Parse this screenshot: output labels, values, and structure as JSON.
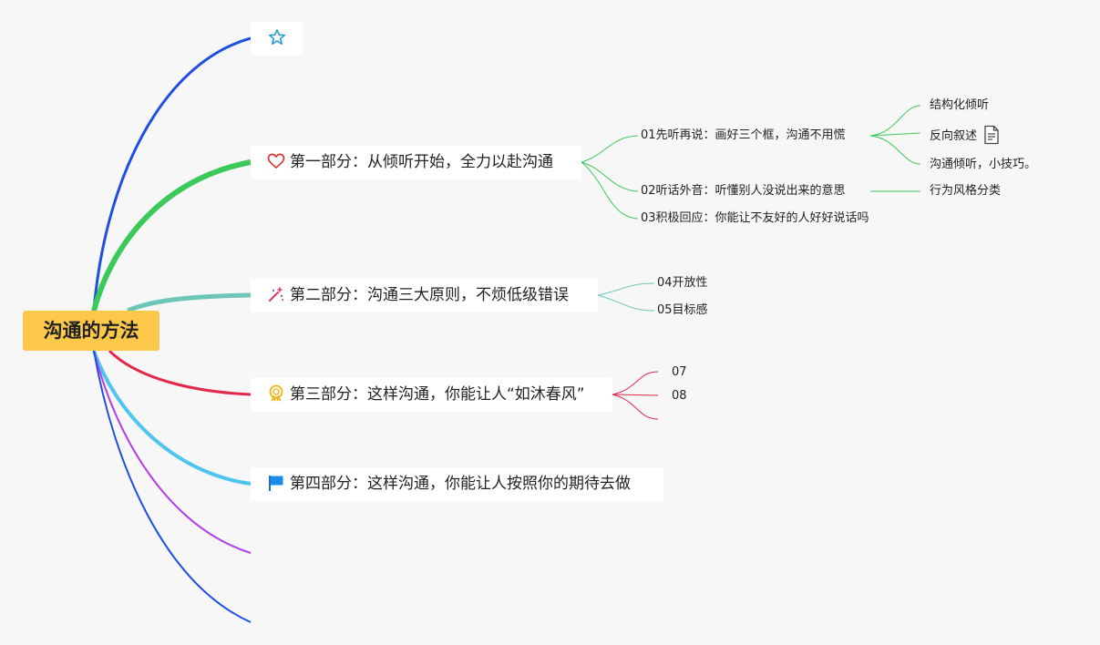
{
  "root": {
    "label": "沟通的方法",
    "color": "#fcc84a"
  },
  "topics": [
    {
      "id": "star",
      "label": "",
      "icon": "star-icon",
      "branch_color": "#1e4fe0"
    },
    {
      "id": "part1",
      "label": "第一部分：从倾听开始，全力以赴沟通",
      "icon": "heart-icon",
      "branch_color": "#3bc95a",
      "children": [
        {
          "label": "01先听再说：画好三个框，沟通不用慌",
          "children": [
            {
              "label": "结构化倾听"
            },
            {
              "label": "反向叙述",
              "icon": "document-icon"
            },
            {
              "label": "沟通倾听，小技巧。"
            }
          ]
        },
        {
          "label": "02听话外音：听懂别人没说出来的意思",
          "children": [
            {
              "label": "行为风格分类"
            }
          ]
        },
        {
          "label": "03积极回应：你能让不友好的人好好说话吗"
        }
      ]
    },
    {
      "id": "part2",
      "label": "第二部分：沟通三大原则，不烦低级错误",
      "icon": "sparkle-icon",
      "branch_color": "#6cc6b8",
      "children": [
        {
          "label": "04开放性"
        },
        {
          "label": "05目标感"
        }
      ]
    },
    {
      "id": "part3",
      "label": "第三部分：这样沟通，你能让人“如沐春风”",
      "icon": "award-icon",
      "branch_color": "#e3284c",
      "children": [
        {
          "label": "07"
        },
        {
          "label": "08"
        },
        {
          "label": ""
        }
      ]
    },
    {
      "id": "part4",
      "label": "第四部分：这样沟通，你能让人按照你的期待去做",
      "icon": "flag-icon",
      "branch_color": "#4ec4ef"
    },
    {
      "id": "empty1",
      "label": "",
      "branch_color": "#b23ee8"
    },
    {
      "id": "empty2",
      "label": "",
      "branch_color": "#1e4fe0"
    }
  ]
}
